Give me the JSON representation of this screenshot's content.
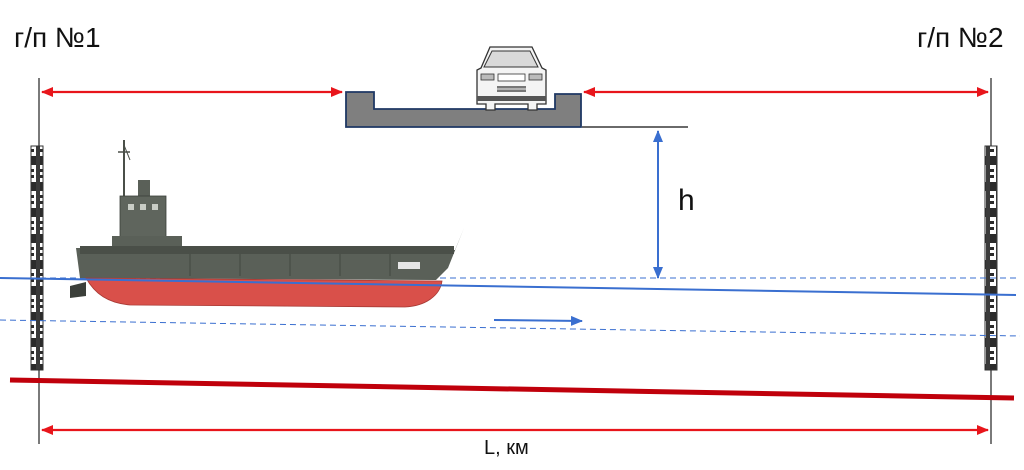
{
  "labels": {
    "gauge_station_1": "г/п №1",
    "gauge_station_2": "г/п №2",
    "clearance_height": "h",
    "distance": "L, км"
  },
  "colors": {
    "dimension_arrow": "#e8151b",
    "water_line": "#3a6fd0",
    "riverbed": "#c0000b",
    "bridge_fill": "#7f7f7f",
    "bridge_stroke": "#1f3864",
    "hull_red": "#d9504a",
    "hull_dark": "#5a6058"
  },
  "icons": {
    "gauge_staff": "gauge-staff-icon",
    "vessel": "barge-icon",
    "vehicle": "car-icon",
    "flow": "flow-arrow-icon"
  }
}
